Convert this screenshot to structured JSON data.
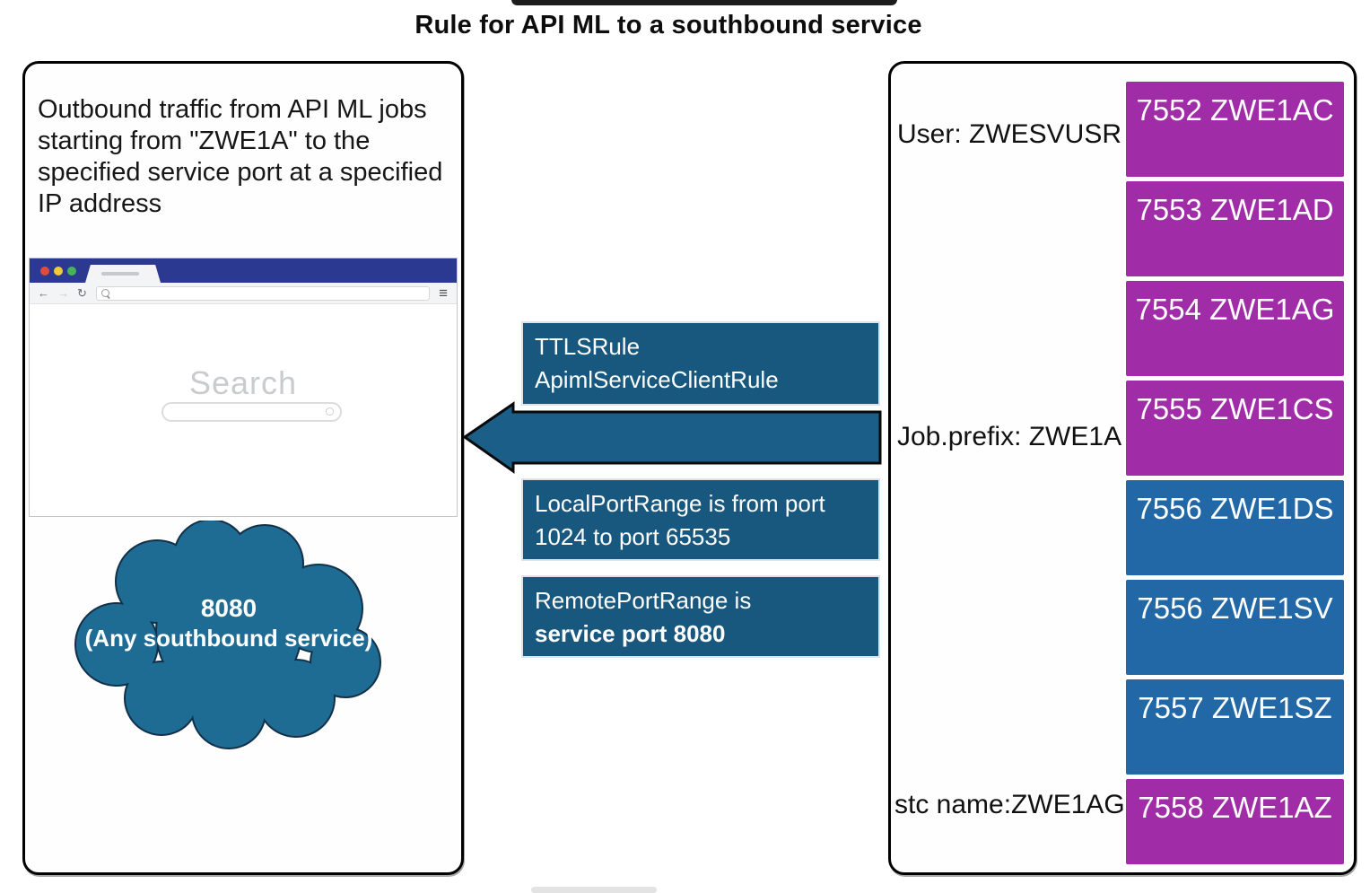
{
  "title": "Rule for API ML to a southbound service",
  "left_panel": {
    "description": "Outbound traffic from API ML jobs starting from \"ZWE1A\" to the specified service port at a specified IP address",
    "browser": {
      "search_title": "Search"
    },
    "cloud": {
      "port": "8080",
      "caption": "(Any southbound service)"
    }
  },
  "middle": {
    "ttls_rule_box": {
      "line1": "TTLSRule",
      "line2": "ApimlServiceClientRule"
    },
    "local_port_box": {
      "line1": "LocalPortRange is from port",
      "line2": "1024 to port 65535"
    },
    "remote_port_box": {
      "line1": "RemotePortRange is",
      "line2": "service port 8080"
    }
  },
  "right_panel": {
    "user_label": "User: ZWESVUSR",
    "job_prefix_label": "Job.prefix: ZWE1A",
    "stc_name_label": "stc name:ZWE1AG",
    "ports": [
      {
        "port_job": "7552 ZWE1AC",
        "color_key": "purple"
      },
      {
        "port_job": "7553 ZWE1AD",
        "color_key": "purple"
      },
      {
        "port_job": "7554 ZWE1AG",
        "color_key": "purple"
      },
      {
        "port_job": "7555 ZWE1CS",
        "color_key": "purple"
      },
      {
        "port_job": "7556 ZWE1DS",
        "color_key": "blue"
      },
      {
        "port_job": "7556 ZWE1SV",
        "color_key": "blue"
      },
      {
        "port_job": "7557 ZWE1SZ",
        "color_key": "blue"
      },
      {
        "port_job": "7558 ZWE1AZ",
        "color_key": "purple"
      }
    ]
  },
  "colors": {
    "purple": "#A02CA8",
    "blue": "#2268A6",
    "teal_box": "#18587E",
    "arrow": "#1B5F88",
    "cloud_fill": "#1E6B94",
    "cloud_outline": "#123048",
    "browser_titlebar": "#2B3990"
  }
}
